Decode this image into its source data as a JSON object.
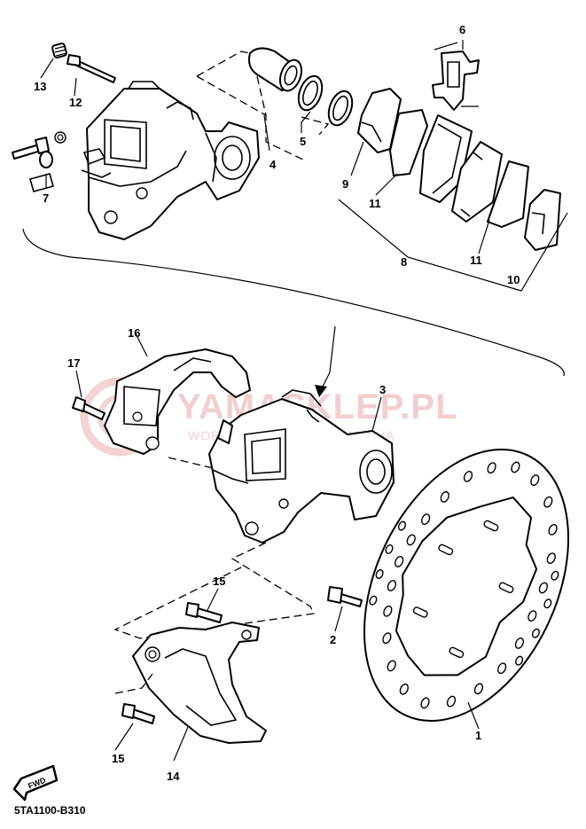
{
  "callouts": {
    "p1": "1",
    "p2": "2",
    "p3": "3",
    "p4": "4",
    "p5": "5",
    "p6": "6",
    "p7": "7",
    "p8": "8",
    "p9": "9",
    "p10": "10",
    "p11a": "11",
    "p11b": "11",
    "p12": "12",
    "p13": "13",
    "p14": "14",
    "p15a": "15",
    "p15b": "15",
    "p16": "16",
    "p17": "17"
  },
  "watermark": {
    "brand": "YAMASKLEP.PL",
    "tagline": "WORLDWIDE DEALER YAMAHA"
  },
  "badge": "FWD",
  "diagram_code": "5TA1100-B310"
}
